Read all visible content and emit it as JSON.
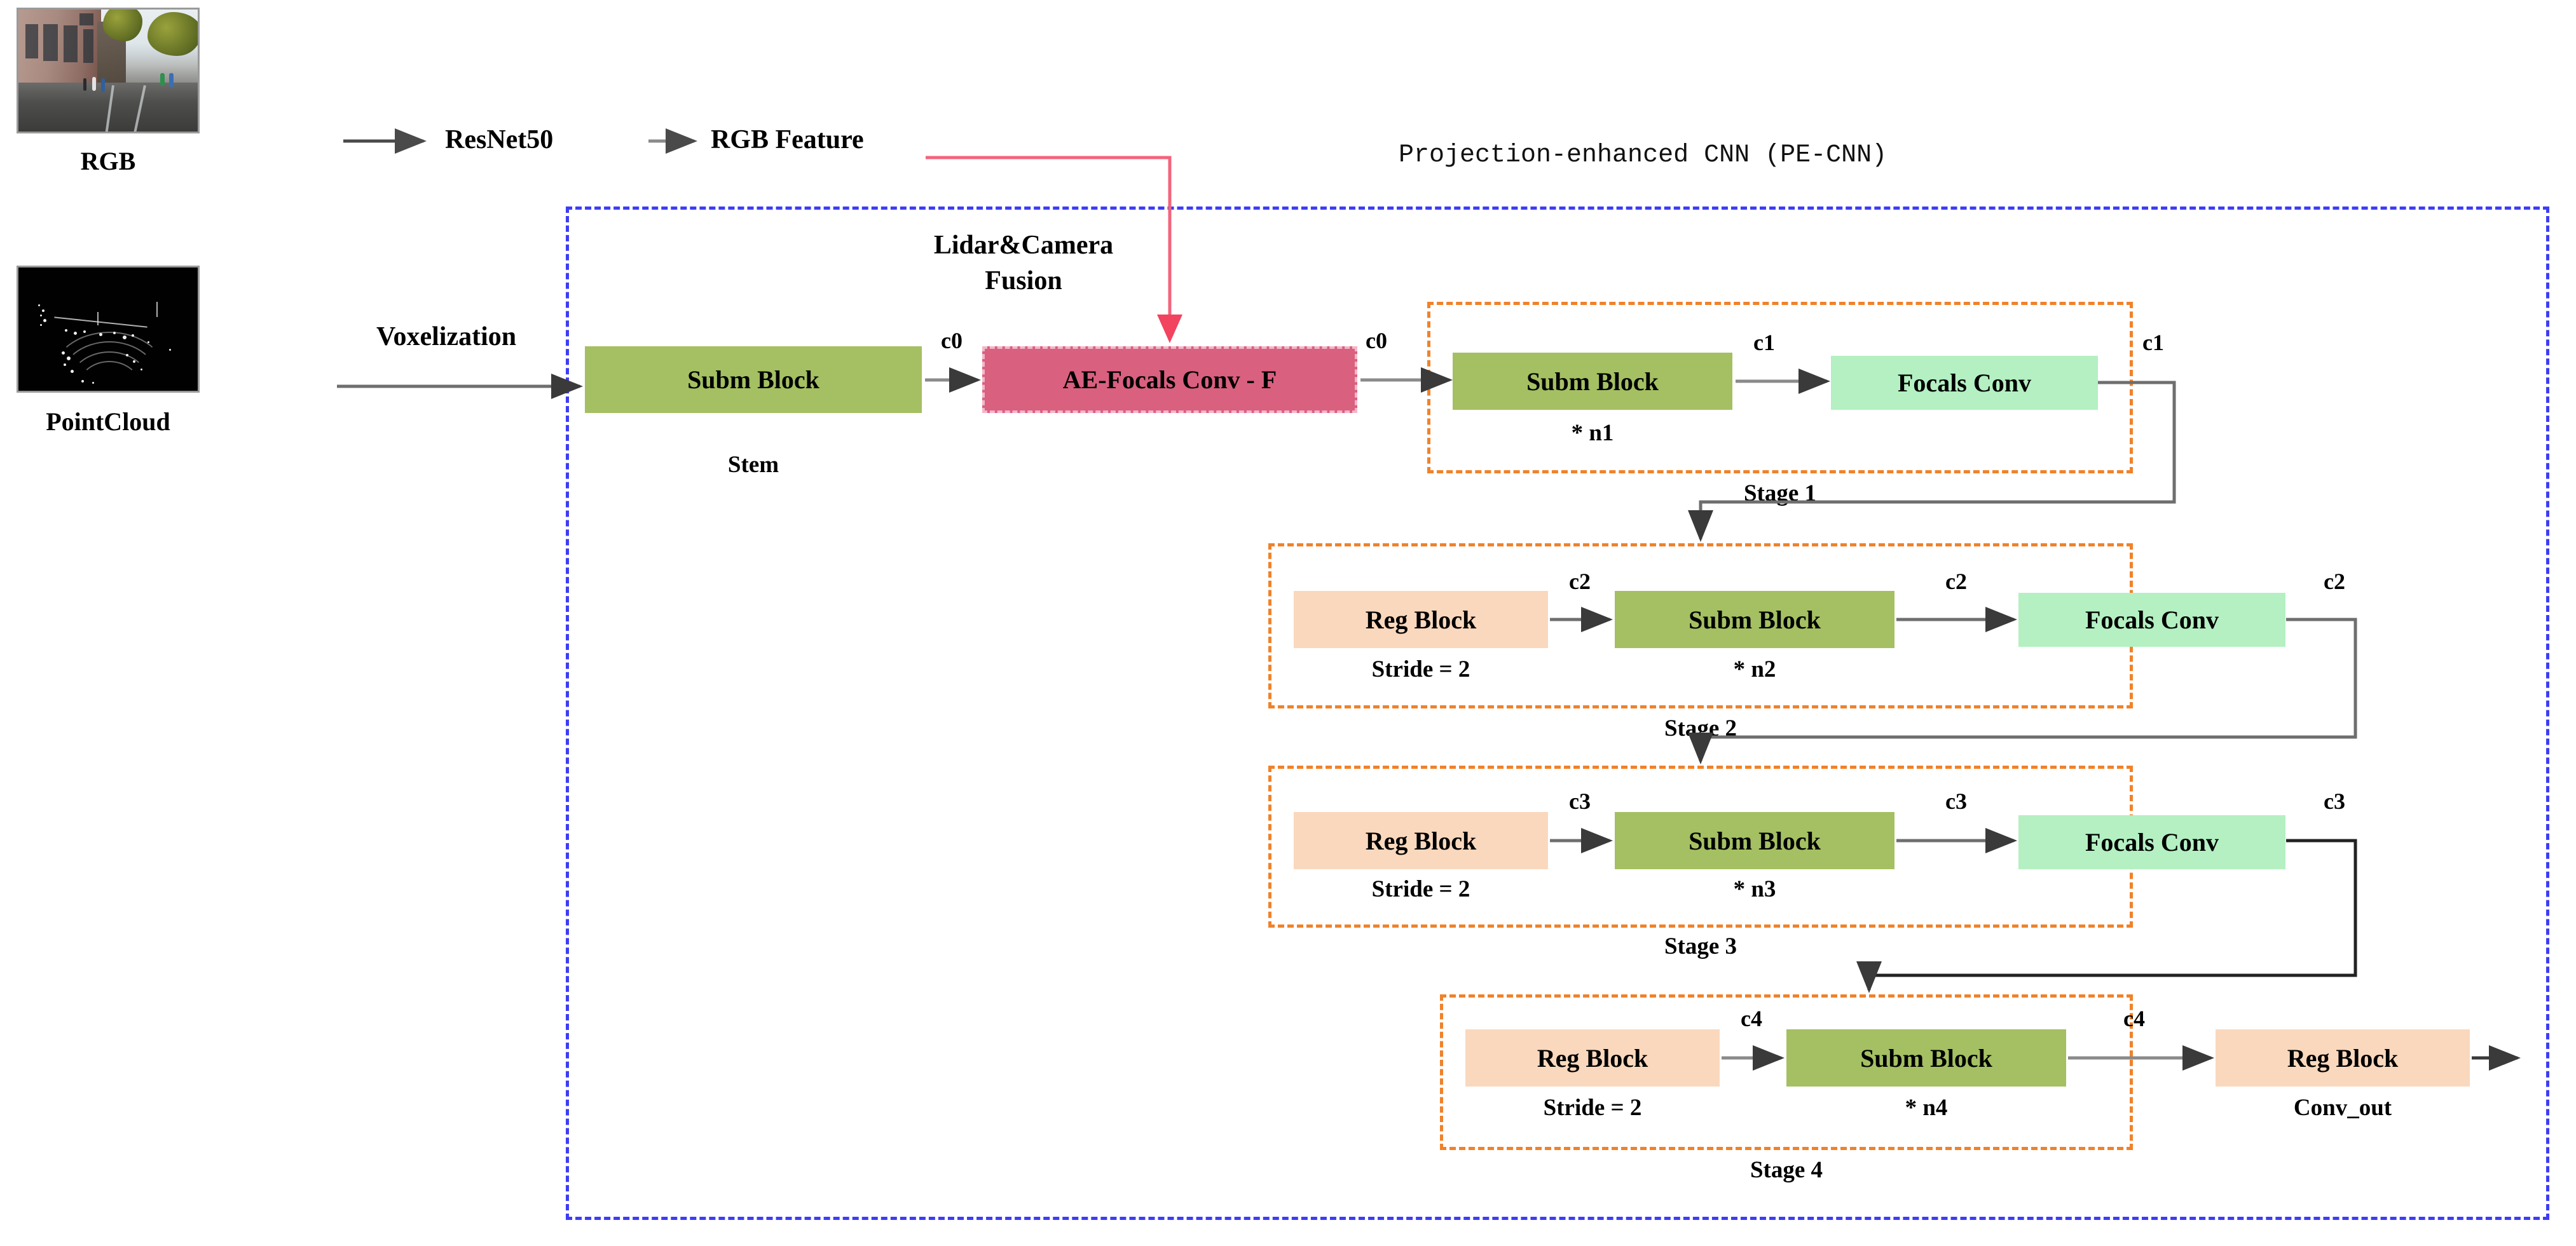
{
  "inputs": {
    "rgb_caption": "RGB",
    "pointcloud_caption": "PointCloud"
  },
  "top_flow": {
    "resnet_label": "ResNet50",
    "rgb_feature_label": "RGB Feature",
    "voxelization_label": "Voxelization",
    "fusion_label_line1": "Lidar&Camera",
    "fusion_label_line2": "Fusion"
  },
  "container": {
    "title": "Projection-enhanced CNN (PE-CNN)"
  },
  "stem": {
    "block_label": "Subm Block",
    "caption": "Stem",
    "out_channel": "c0"
  },
  "fusion_block": {
    "label": "AE-Focals Conv - F",
    "out_channel": "c0"
  },
  "stages": [
    {
      "name": "Stage 1",
      "blocks": [
        {
          "label": "Subm Block",
          "sub": "* n1",
          "color": "green"
        },
        {
          "label": "Focals Conv",
          "sub": "",
          "color": "mint"
        }
      ],
      "inner_channel": "c1",
      "out_channel": "c1"
    },
    {
      "name": "Stage 2",
      "blocks": [
        {
          "label": "Reg Block",
          "sub": "Stride = 2",
          "color": "peach"
        },
        {
          "label": "Subm Block",
          "sub": "* n2",
          "color": "green"
        },
        {
          "label": "Focals Conv",
          "sub": "",
          "color": "mint"
        }
      ],
      "channel_a": "c2",
      "channel_b": "c2",
      "out_channel": "c2"
    },
    {
      "name": "Stage 3",
      "blocks": [
        {
          "label": "Reg Block",
          "sub": "Stride = 2",
          "color": "peach"
        },
        {
          "label": "Subm Block",
          "sub": "* n3",
          "color": "green"
        },
        {
          "label": "Focals Conv",
          "sub": "",
          "color": "mint"
        }
      ],
      "channel_a": "c3",
      "channel_b": "c3",
      "out_channel": "c3"
    },
    {
      "name": "Stage 4",
      "blocks": [
        {
          "label": "Reg Block",
          "sub": "Stride = 2",
          "color": "peach"
        },
        {
          "label": "Subm Block",
          "sub": "* n4",
          "color": "green"
        }
      ],
      "channel_a": "c4",
      "channel_b": "c4"
    }
  ],
  "output": {
    "block_label": "Reg Block",
    "caption": "Conv_out"
  },
  "colors": {
    "subm_block": "#a4c062",
    "focals_conv": "#b4f0c2",
    "reg_block": "#fad8bd",
    "ae_focals_conv": "#d9607f",
    "stage_border": "#f0822a",
    "pecnn_border": "#3d3df5",
    "fusion_arrow": "#f2435f",
    "flow_arrow": "#555555"
  }
}
